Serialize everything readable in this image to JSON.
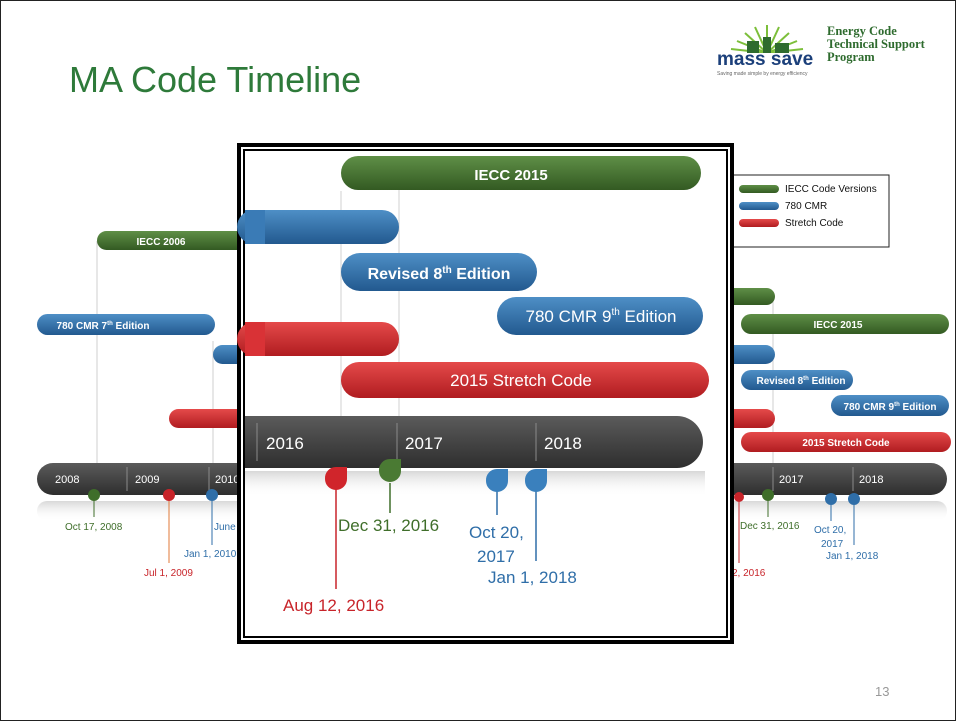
{
  "slide": {
    "title": "MA Code Timeline",
    "page_number": "13"
  },
  "logo": {
    "brand": "mass save",
    "subtext": "Saving made simple by energy efficiency",
    "program_lines": [
      "Energy Code",
      "Technical Support",
      "Program"
    ]
  },
  "legend": {
    "items": [
      {
        "label": "IECC Code Versions",
        "color": "#3f6e2a"
      },
      {
        "label": "780 CMR",
        "color": "#2f6ea8"
      },
      {
        "label": "Stretch Code",
        "color": "#c8242a"
      }
    ]
  },
  "background_timeline": {
    "years": [
      "2008",
      "2009",
      "2010",
      "2017",
      "2018"
    ],
    "bars": {
      "iecc_2006": "IECC 2006",
      "cmr_7": {
        "base": "780 CMR 7",
        "sup": "th",
        "tail": " Edition"
      },
      "iecc_2015": "IECC 2015",
      "revised_8": {
        "base": "Revised 8",
        "sup": "th",
        "tail": " Edition"
      },
      "cmr_9": {
        "base": "780 CMR 9",
        "sup": "th",
        "tail": " Edition"
      },
      "stretch_2015": "2015 Stretch Code"
    },
    "events": [
      {
        "label": "Oct 17, 2008",
        "color": "#3f6e2a"
      },
      {
        "label": "Jul 1, 2009",
        "color": "#c8242a"
      },
      {
        "label": "Jan 1, 2010",
        "color": "#2f6ea8"
      },
      {
        "label": "June",
        "color": "#2f6ea8"
      },
      {
        "label": "2, 2016",
        "color": "#c8242a"
      },
      {
        "label": "Dec 31, 2016",
        "color": "#3f6e2a"
      },
      {
        "label": "Oct 20,",
        "color": "#2f6ea8"
      },
      {
        "label": "2017",
        "color": "#2f6ea8"
      },
      {
        "label": "Jan 1, 2018",
        "color": "#2f6ea8"
      }
    ]
  },
  "zoom_timeline": {
    "years": [
      "2016",
      "2017",
      "2018"
    ],
    "bars": {
      "iecc_2015": "IECC 2015",
      "revised_8": {
        "base": "Revised 8",
        "sup": "th",
        "tail": " Edition"
      },
      "cmr_9": {
        "base": "780 CMR 9",
        "sup": "th",
        "tail": " Edition"
      },
      "stretch_2015": "2015 Stretch Code"
    },
    "events": [
      {
        "label": "Aug 12, 2016",
        "color": "#c8242a"
      },
      {
        "label": "Dec 31, 2016",
        "color": "#3f6e2a"
      },
      {
        "label": "Oct 20,",
        "color": "#2f6ea8"
      },
      {
        "label": "2017",
        "color": "#2f6ea8"
      },
      {
        "label": "Jan 1, 2018",
        "color": "#2f6ea8"
      }
    ]
  },
  "colors": {
    "title": "#2e7a3a",
    "iecc": "#3f6e2a",
    "cmr": "#2f6ea8",
    "stretch": "#c8242a",
    "axis": "#454545"
  }
}
